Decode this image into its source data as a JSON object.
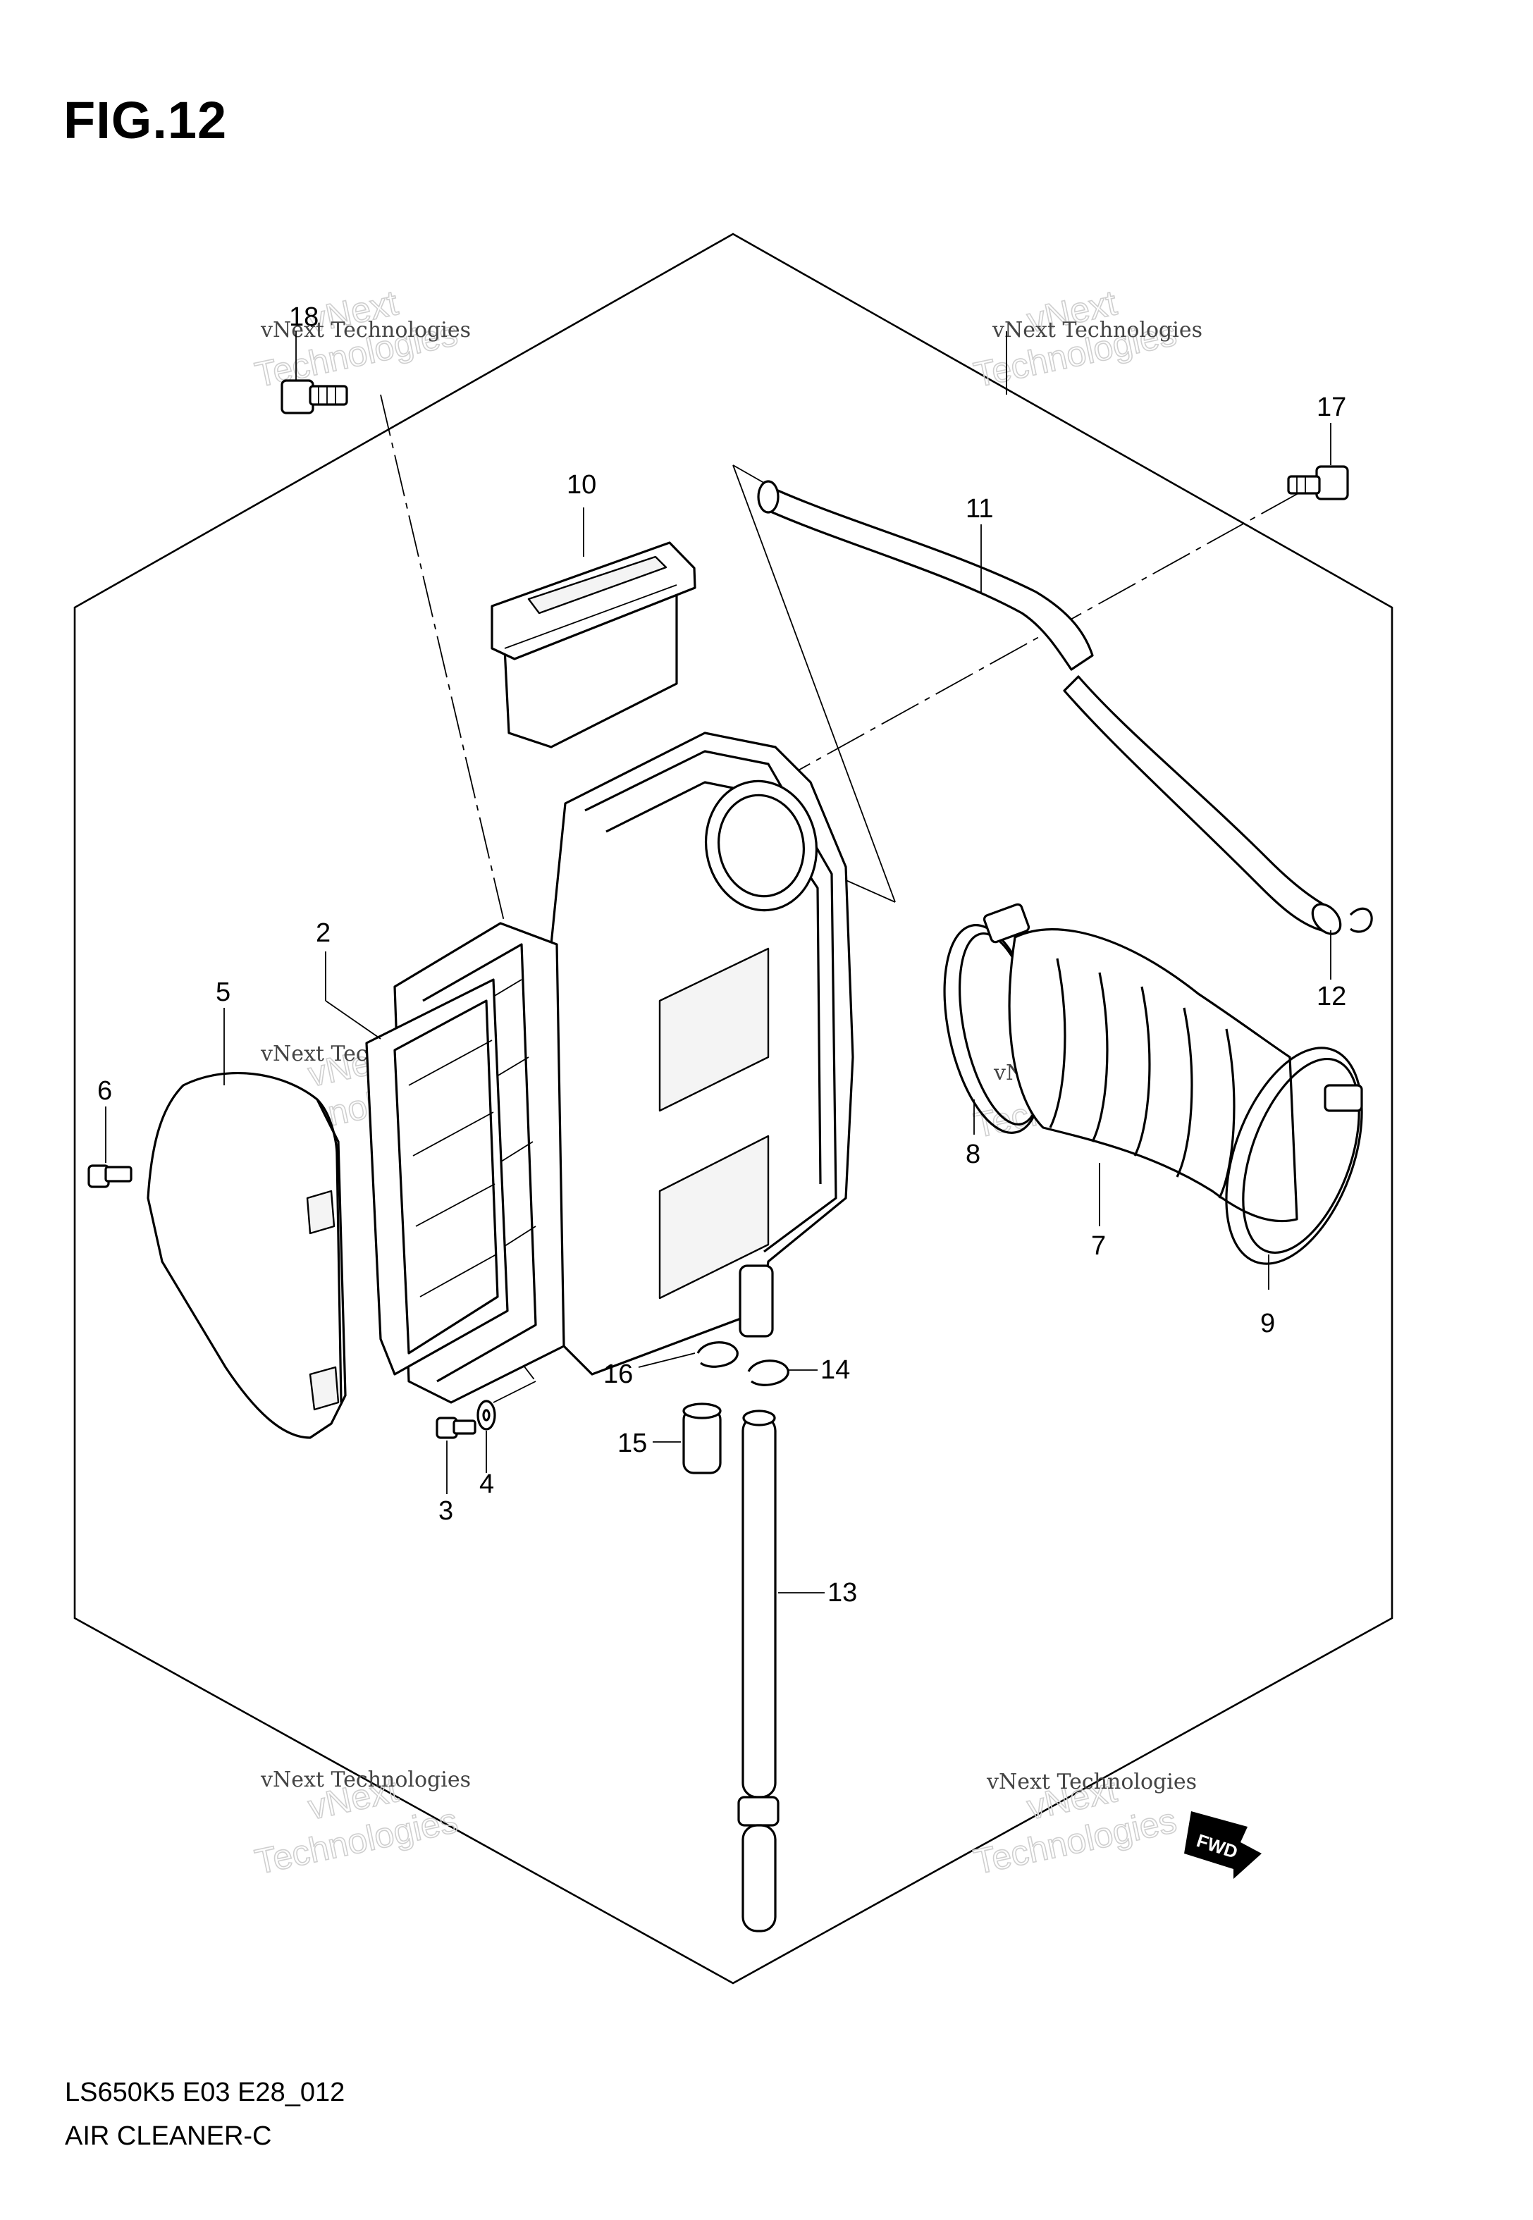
{
  "figure": {
    "title": "FIG.12"
  },
  "footer": {
    "model_code": "LS650K5 E03 E28_012",
    "diagram_name": "AIR CLEANER-C"
  },
  "watermark": {
    "line1": "vNext Technologies",
    "line2": "vNext",
    "line3": "Technologies"
  },
  "fwd_badge": "FWD",
  "callouts": [
    {
      "id": "18",
      "label": "18"
    },
    {
      "id": "17",
      "label": "17"
    },
    {
      "id": "10",
      "label": "10"
    },
    {
      "id": "11",
      "label": "11"
    },
    {
      "id": "2",
      "label": "2"
    },
    {
      "id": "5",
      "label": "5"
    },
    {
      "id": "6",
      "label": "6"
    },
    {
      "id": "12",
      "label": "12"
    },
    {
      "id": "8",
      "label": "8"
    },
    {
      "id": "7",
      "label": "7"
    },
    {
      "id": "9",
      "label": "9"
    },
    {
      "id": "16",
      "label": "16"
    },
    {
      "id": "14",
      "label": "14"
    },
    {
      "id": "15",
      "label": "15"
    },
    {
      "id": "3",
      "label": "3"
    },
    {
      "id": "4",
      "label": "4"
    },
    {
      "id": "13",
      "label": "13"
    }
  ]
}
